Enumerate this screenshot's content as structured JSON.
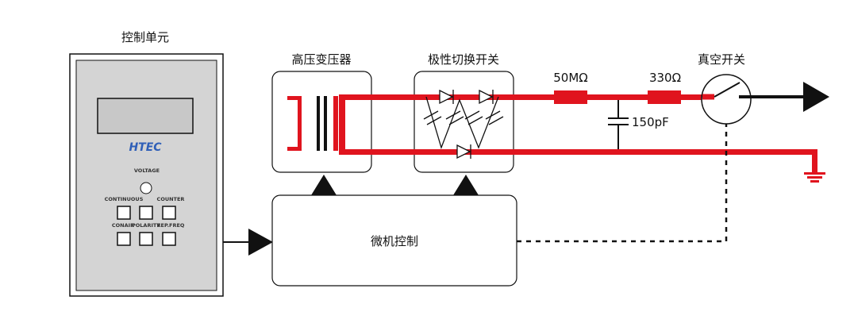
{
  "labels": {
    "control_unit": "控制单元",
    "hv_transformer": "高压变压器",
    "polarity_switch": "极性切换开关",
    "vacuum_switch": "真空开关",
    "microcontroller": "微机控制",
    "resistor_50m": "50MΩ",
    "resistor_330": "330Ω",
    "capacitor": "150pF"
  },
  "panel": {
    "brand": "HTEC",
    "voltage": "VOLTAGE",
    "continuous": "CONTINUOUS",
    "counter": "COUNTER",
    "conair": "CONAIR",
    "polarity": "POLARITY",
    "repfreq": "REP.FREQ"
  },
  "colors": {
    "circuit_red": "#e0141e",
    "line_black": "#111111",
    "panel_gray": "#d4d4d4",
    "display_gray": "#c8c8c8",
    "brand_blue": "#2f5fb8"
  }
}
